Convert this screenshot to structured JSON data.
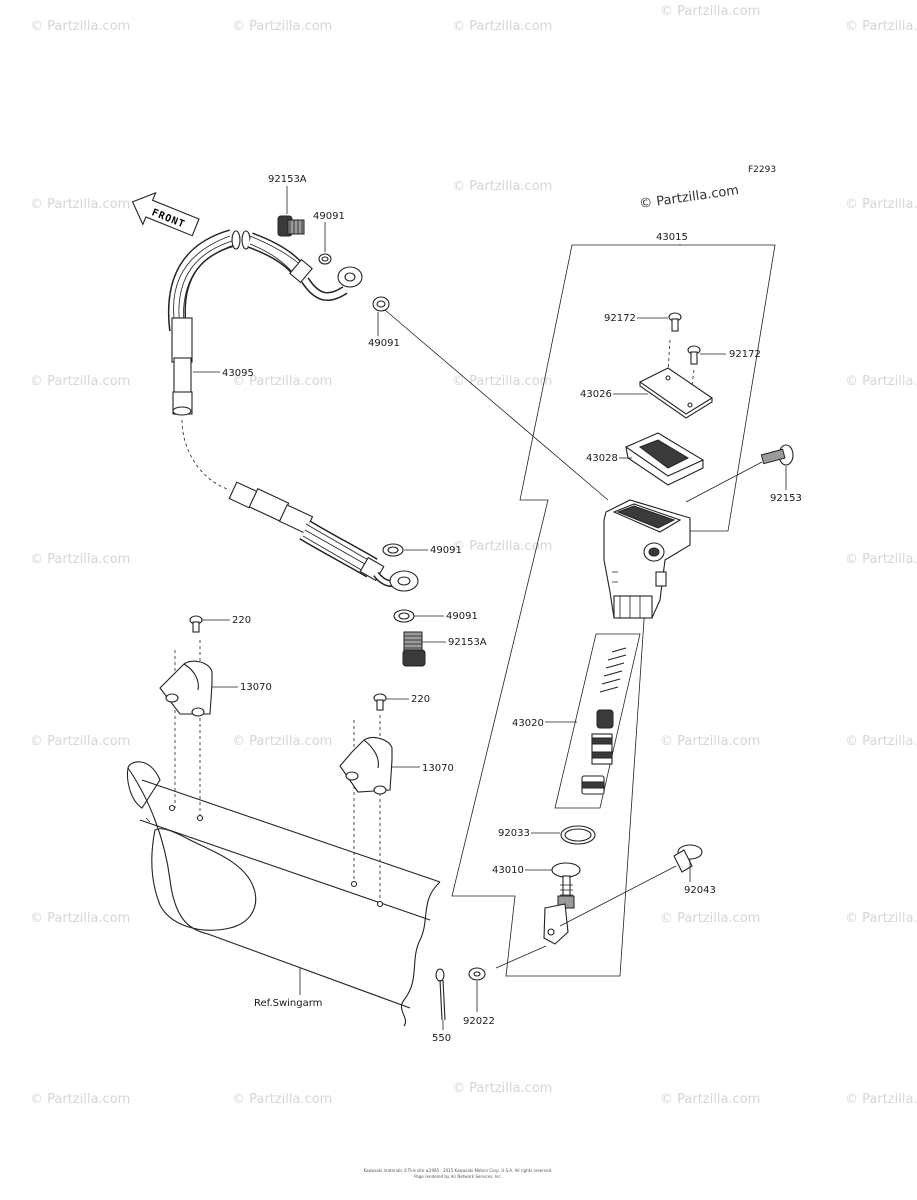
{
  "diagram_code": "F2293",
  "copyright_badge": "© Partzilla.com",
  "watermark_text": "© Partzilla.com",
  "front_label": "FRONT",
  "ref_label": "Ref.Swingarm",
  "footer_line1": "Kawasaki materials ©This site ≤1995 - 2015 Kawasaki Motors Corp. U.S.A. All rights reserved.",
  "footer_line2": "Page rendered by Ari Network Services, Inc.",
  "callouts": {
    "c92153A_top": "92153A",
    "c49091_top": "49091",
    "c49091_mid": "49091",
    "c43095": "43095",
    "c43015": "43015",
    "c92172_a": "92172",
    "c92172_b": "92172",
    "c43026": "43026",
    "c43028": "43028",
    "c92153": "92153",
    "c49091_low1": "49091",
    "c49091_low2": "49091",
    "c92153A_low": "92153A",
    "c220_a": "220",
    "c13070_a": "13070",
    "c220_b": "220",
    "c13070_b": "13070",
    "c43020": "43020",
    "c92033": "92033",
    "c43010": "43010",
    "c92043": "92043",
    "c92022": "92022",
    "c550": "550"
  }
}
